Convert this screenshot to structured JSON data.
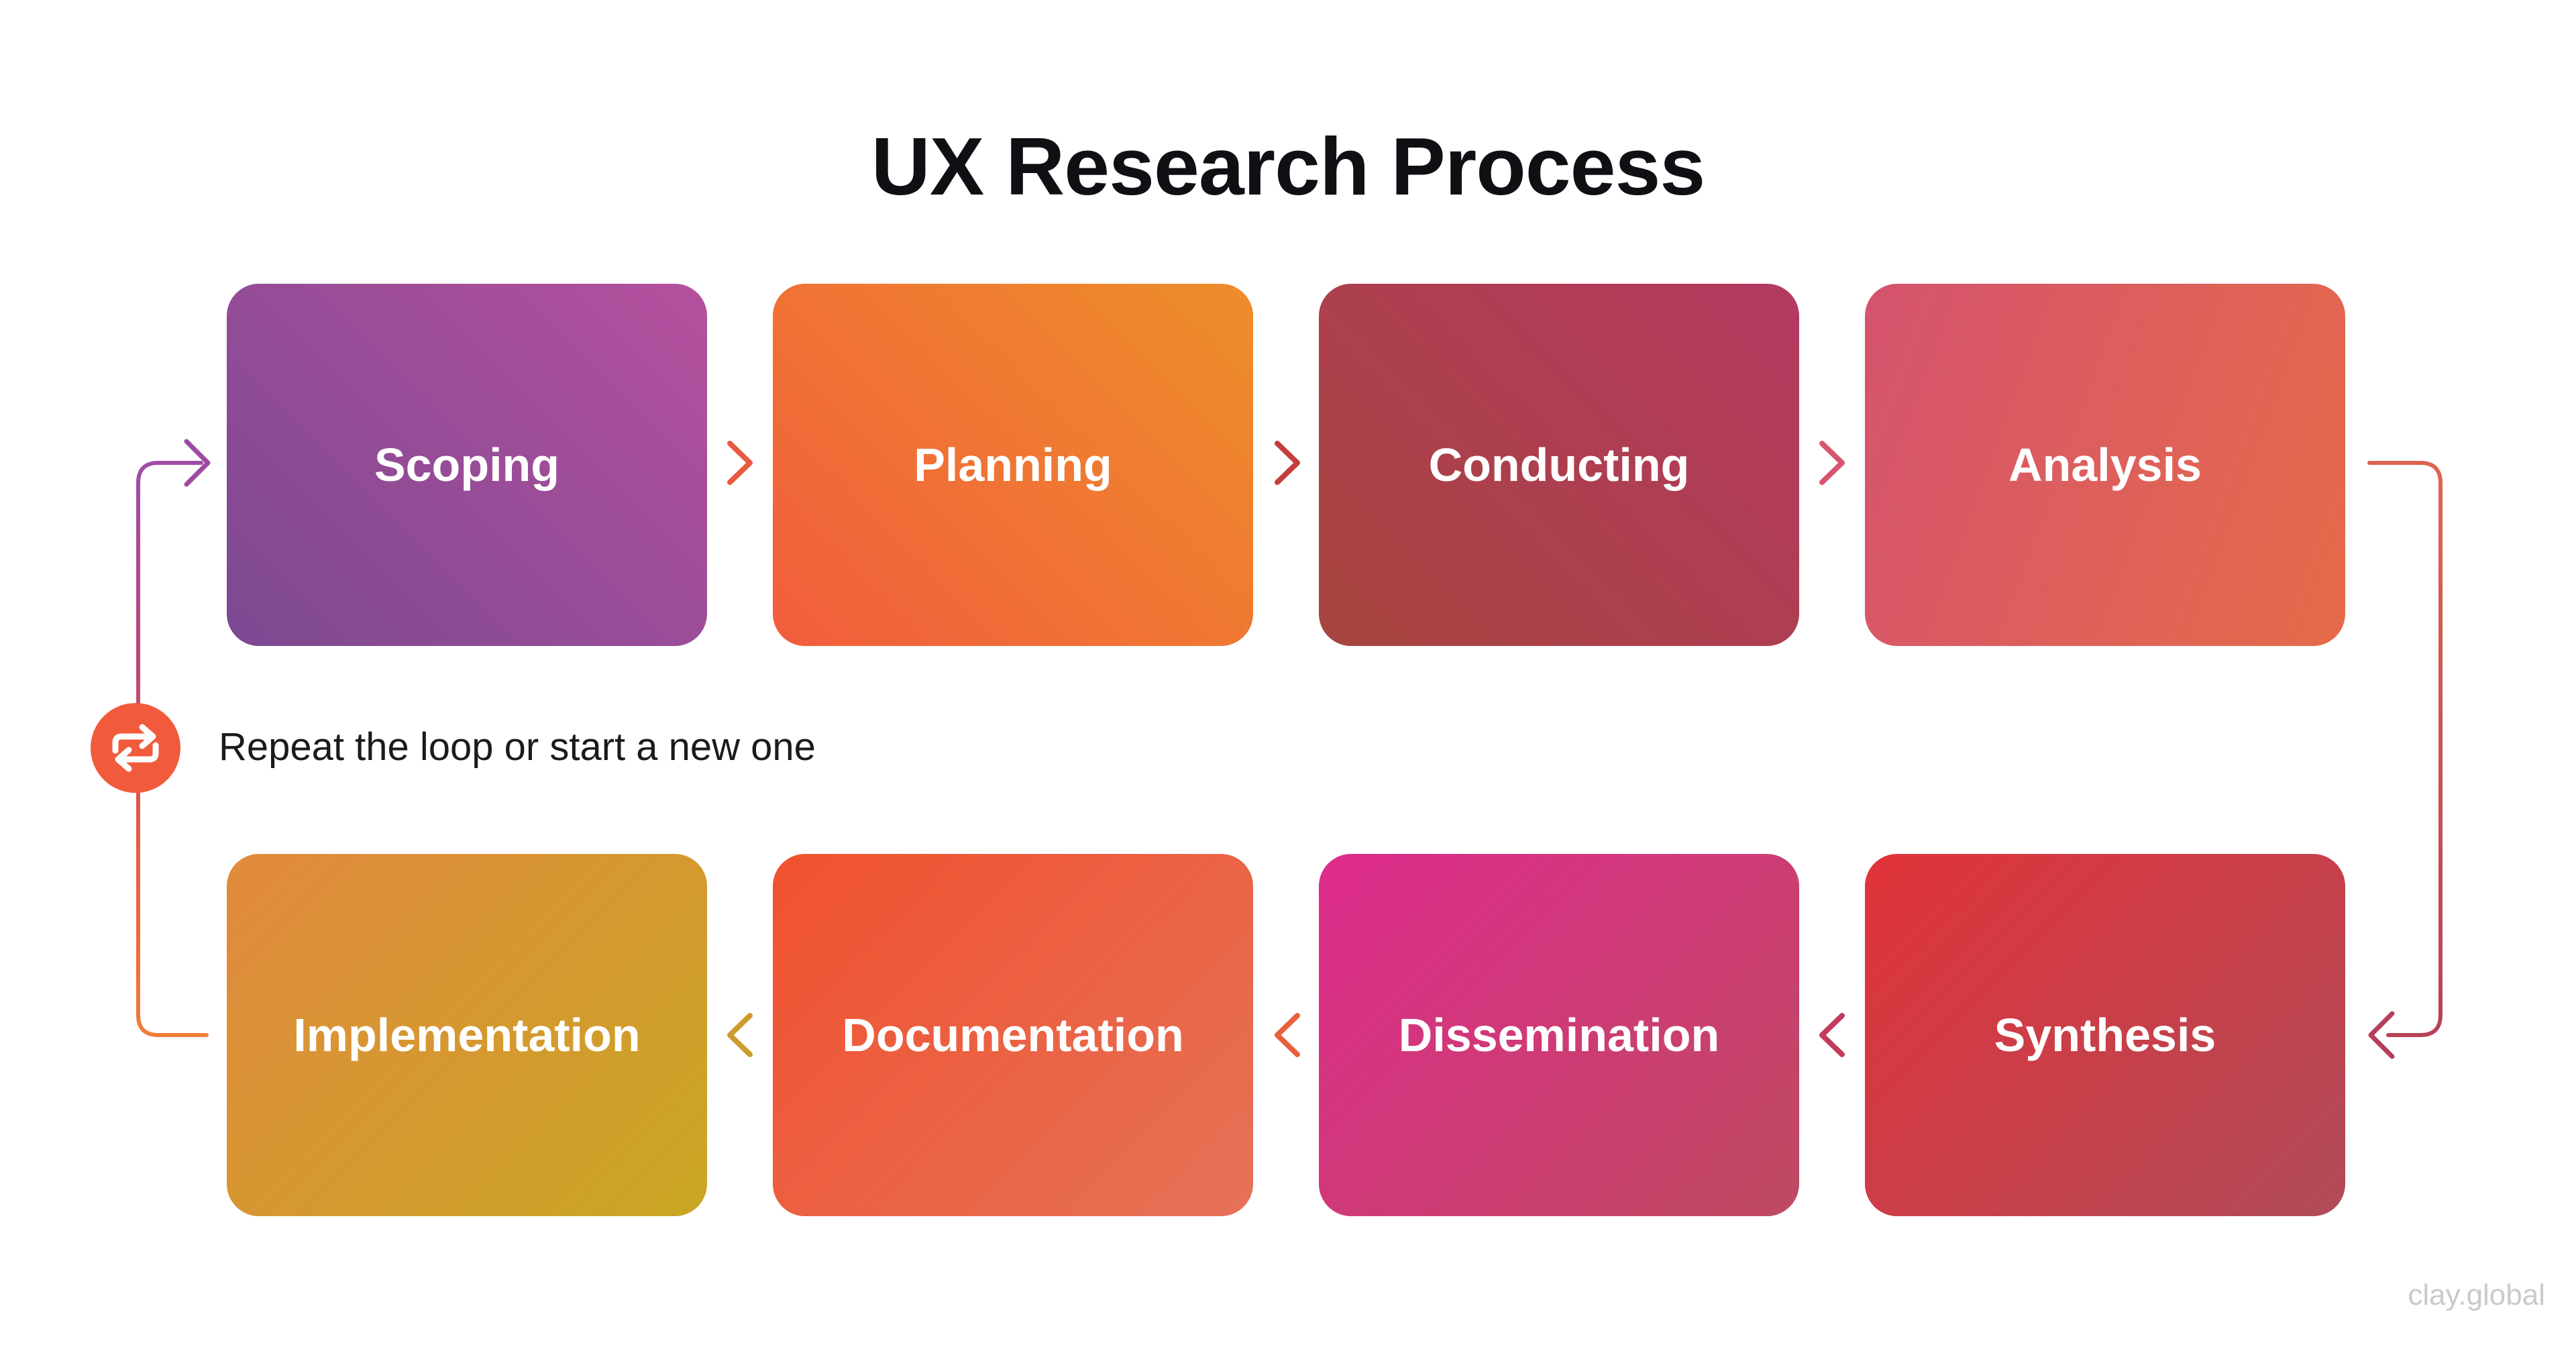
{
  "title": "UX Research Process",
  "watermark": "clay.global",
  "loop": {
    "badge_color": "#F15B3B",
    "icon": "repeat-icon",
    "icon_color": "#ffffff",
    "note": "Repeat the loop or start a new one"
  },
  "steps": {
    "top": [
      {
        "label": "Scoping",
        "from": "#7B4991",
        "to": "#B5509E",
        "angle": 45
      },
      {
        "label": "Planning",
        "from": "#F15D3D",
        "to": "#EE8E2A",
        "angle": 45
      },
      {
        "label": "Conducting",
        "from": "#A6443E",
        "to": "#B43960",
        "angle": 45
      },
      {
        "label": "Analysis",
        "from": "#D4536E",
        "to": "#E66B49",
        "angle": 110
      }
    ],
    "bottom": [
      {
        "label": "Implementation",
        "from": "#E28A3E",
        "to": "#C9A623",
        "angle": 135
      },
      {
        "label": "Documentation",
        "from": "#F1512F",
        "to": "#E57257",
        "angle": 135
      },
      {
        "label": "Dissemination",
        "from": "#DE2B8C",
        "to": "#BE4A60",
        "angle": 135
      },
      {
        "label": "Synthesis",
        "from": "#E1333A",
        "to": "#B04B58",
        "angle": 135
      }
    ]
  },
  "arrows": {
    "top": [
      {
        "between": "Scoping to Planning",
        "direction": "right",
        "color": "#E85B40"
      },
      {
        "between": "Planning to Conducting",
        "direction": "right",
        "color": "#C33E3C"
      },
      {
        "between": "Conducting to Analysis",
        "direction": "right",
        "color": "#D5566E"
      }
    ],
    "bottom": [
      {
        "between": "Documentation to Implementation",
        "direction": "left",
        "color": "#CC9C2C"
      },
      {
        "between": "Dissemination to Documentation",
        "direction": "left",
        "color": "#E8603E"
      },
      {
        "between": "Synthesis to Dissemination",
        "direction": "left",
        "color": "#C23A5C"
      }
    ],
    "left_connector": {
      "from": "Implementation",
      "to": "Scoping",
      "gradient_stops": [
        "#A04CA8",
        "#C14878",
        "#E05A4A",
        "#EE7E38"
      ],
      "arrowhead_color": "#9F4AA2"
    },
    "right_connector": {
      "from": "Analysis",
      "to": "Synthesis",
      "gradient_stops": [
        "#DD6550",
        "#B84255"
      ],
      "arrowhead_color": "#B5405A"
    }
  }
}
